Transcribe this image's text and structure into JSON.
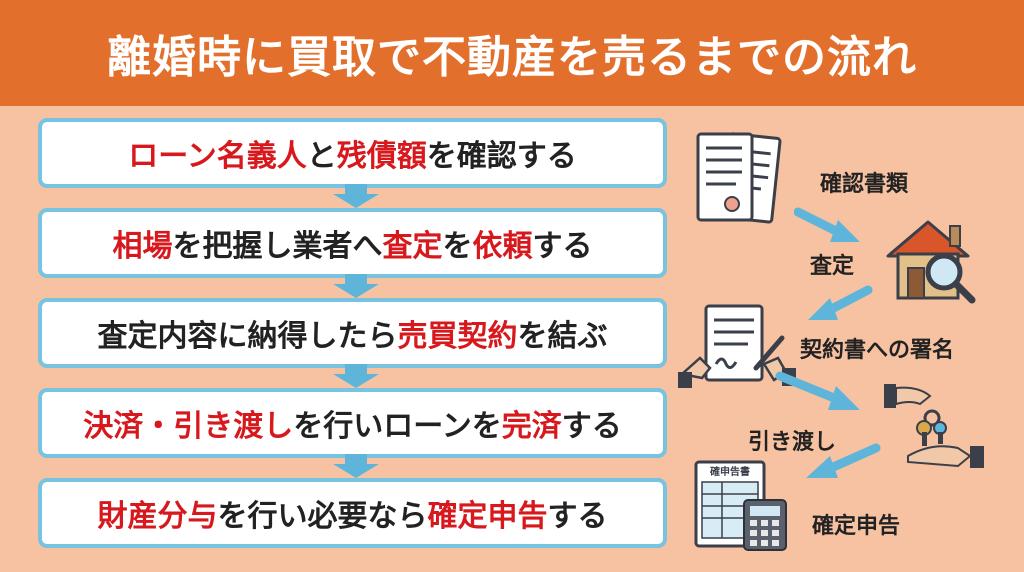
{
  "header": {
    "title": "離婚時に買取で不動産を売るまでの流れ"
  },
  "steps": [
    {
      "parts": [
        {
          "t": "ローン名義人",
          "hl": true
        },
        {
          "t": "と",
          "hl": false
        },
        {
          "t": "残債額",
          "hl": true
        },
        {
          "t": "を確認する",
          "hl": false
        }
      ]
    },
    {
      "parts": [
        {
          "t": "相場",
          "hl": true
        },
        {
          "t": "を把握し業者へ",
          "hl": false
        },
        {
          "t": "査定",
          "hl": true
        },
        {
          "t": "を",
          "hl": false
        },
        {
          "t": "依頼",
          "hl": true
        },
        {
          "t": "する",
          "hl": false
        }
      ]
    },
    {
      "parts": [
        {
          "t": "査定内容に納得したら",
          "hl": false
        },
        {
          "t": "売買契約",
          "hl": true
        },
        {
          "t": "を結ぶ",
          "hl": false
        }
      ]
    },
    {
      "parts": [
        {
          "t": "決済・引き渡し",
          "hl": true
        },
        {
          "t": "を行いローンを",
          "hl": false
        },
        {
          "t": "完済",
          "hl": true
        },
        {
          "t": "する",
          "hl": false
        }
      ]
    },
    {
      "parts": [
        {
          "t": "財産分与",
          "hl": true
        },
        {
          "t": "を行い必要なら",
          "hl": false
        },
        {
          "t": "確定申告",
          "hl": true
        },
        {
          "t": "する",
          "hl": false
        }
      ]
    }
  ],
  "side": {
    "documents_label": "確認書類",
    "appraisal_label": "査定",
    "contract_label": "契約書への署名",
    "handover_label": "引き渡し",
    "tax_label": "確定申告",
    "tax_form_title": "確申告書"
  },
  "colors": {
    "header": "#e2702c",
    "background": "#f7c2a2",
    "highlight": "#d7191e",
    "step_border": "#78c3df",
    "arrow": "#5fb5d9"
  }
}
